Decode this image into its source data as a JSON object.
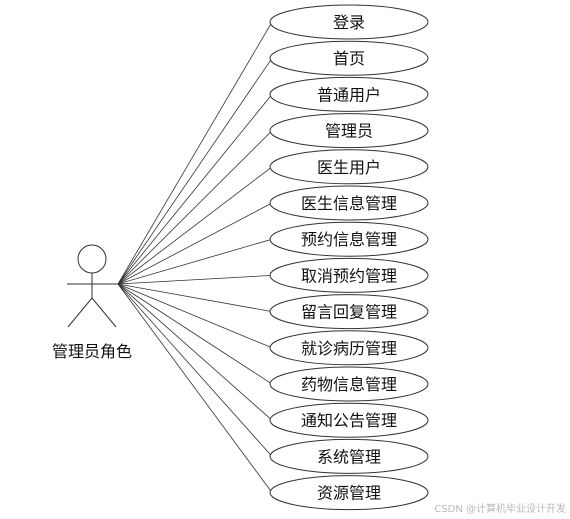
{
  "actor": {
    "label": "管理员角色"
  },
  "use_cases": [
    "登录",
    "首页",
    "普通用户",
    "管理员",
    "医生用户",
    "医生信息管理",
    "预约信息管理",
    "取消预约管理",
    "留言回复管理",
    "就诊病历管理",
    "药物信息管理",
    "通知公告管理",
    "系统管理",
    "资源管理"
  ],
  "watermark": "CSDN @计算机毕业设计开发",
  "colors": {
    "stroke": "#333333",
    "fill": "#ffffff",
    "text": "#111111",
    "watermark": "#b9b9b9"
  }
}
